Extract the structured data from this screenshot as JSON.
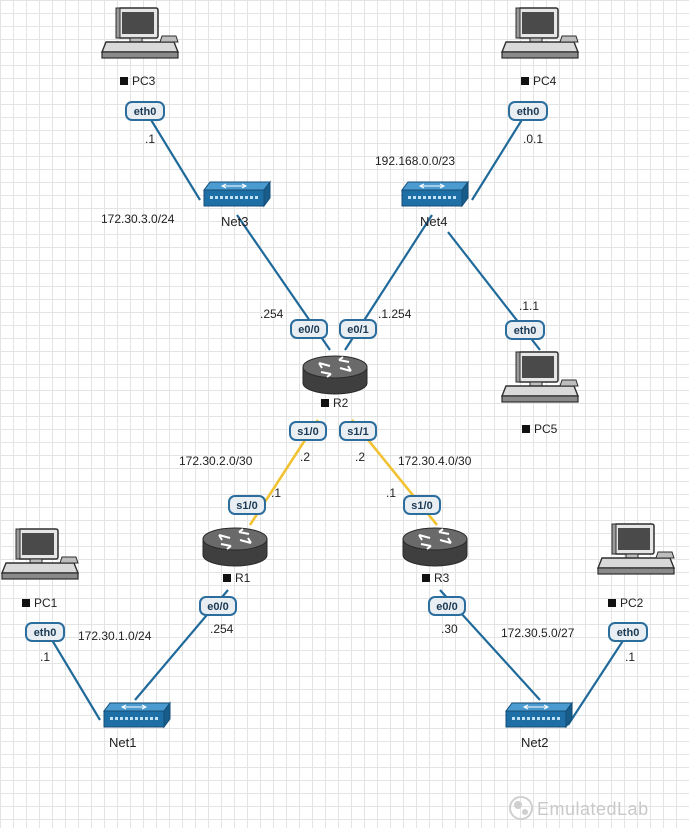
{
  "colors": {
    "ethernet_link": "#1f6a9a",
    "serial_link": "#f1c232",
    "port_border": "#2b6e9e",
    "switch_blue": "#1e6fa5",
    "router_gray": "#4d4d4d"
  },
  "nodes": {
    "pc1": {
      "label": "PC1",
      "icon": "computer-icon"
    },
    "pc2": {
      "label": "PC2",
      "icon": "computer-icon"
    },
    "pc3": {
      "label": "PC3",
      "icon": "computer-icon"
    },
    "pc4": {
      "label": "PC4",
      "icon": "computer-icon"
    },
    "pc5": {
      "label": "PC5",
      "icon": "computer-icon"
    },
    "r1": {
      "label": "R1",
      "icon": "router-icon"
    },
    "r2": {
      "label": "R2",
      "icon": "router-icon"
    },
    "r3": {
      "label": "R3",
      "icon": "router-icon"
    },
    "net1": {
      "label": "Net1",
      "icon": "switch-icon"
    },
    "net2": {
      "label": "Net2",
      "icon": "switch-icon"
    },
    "net3": {
      "label": "Net3",
      "icon": "switch-icon"
    },
    "net4": {
      "label": "Net4",
      "icon": "switch-icon"
    }
  },
  "ports": {
    "pc3_eth0": "eth0",
    "pc4_eth0": "eth0",
    "pc5_eth0": "eth0",
    "pc1_eth0": "eth0",
    "pc2_eth0": "eth0",
    "r2_e00": "e0/0",
    "r2_e01": "e0/1",
    "r2_s10": "s1/0",
    "r2_s11": "s1/1",
    "r1_s10": "s1/0",
    "r1_e00": "e0/0",
    "r3_s10": "s1/0",
    "r3_e00": "e0/0"
  },
  "addresses": {
    "pc3": ".1",
    "pc4": ".0.1",
    "pc5": ".1.1",
    "r2_e00": ".254",
    "r2_e01": ".1.254",
    "r2_s10": ".2",
    "r2_s11": ".2",
    "r1_s10": ".1",
    "r3_s10": ".1",
    "r1_e00": ".254",
    "r3_e00": ".30",
    "pc1": ".1",
    "pc2": ".1"
  },
  "networks": {
    "net3": "172.30.3.0/24",
    "net4": "192.168.0.0/23",
    "link_r2_r1": "172.30.2.0/30",
    "link_r2_r3": "172.30.4.0/30",
    "net1": "172.30.1.0/24",
    "net2": "172.30.5.0/27"
  },
  "watermark": {
    "text": "EmulatedLab",
    "icon": "emulatedlab-logo-icon"
  }
}
